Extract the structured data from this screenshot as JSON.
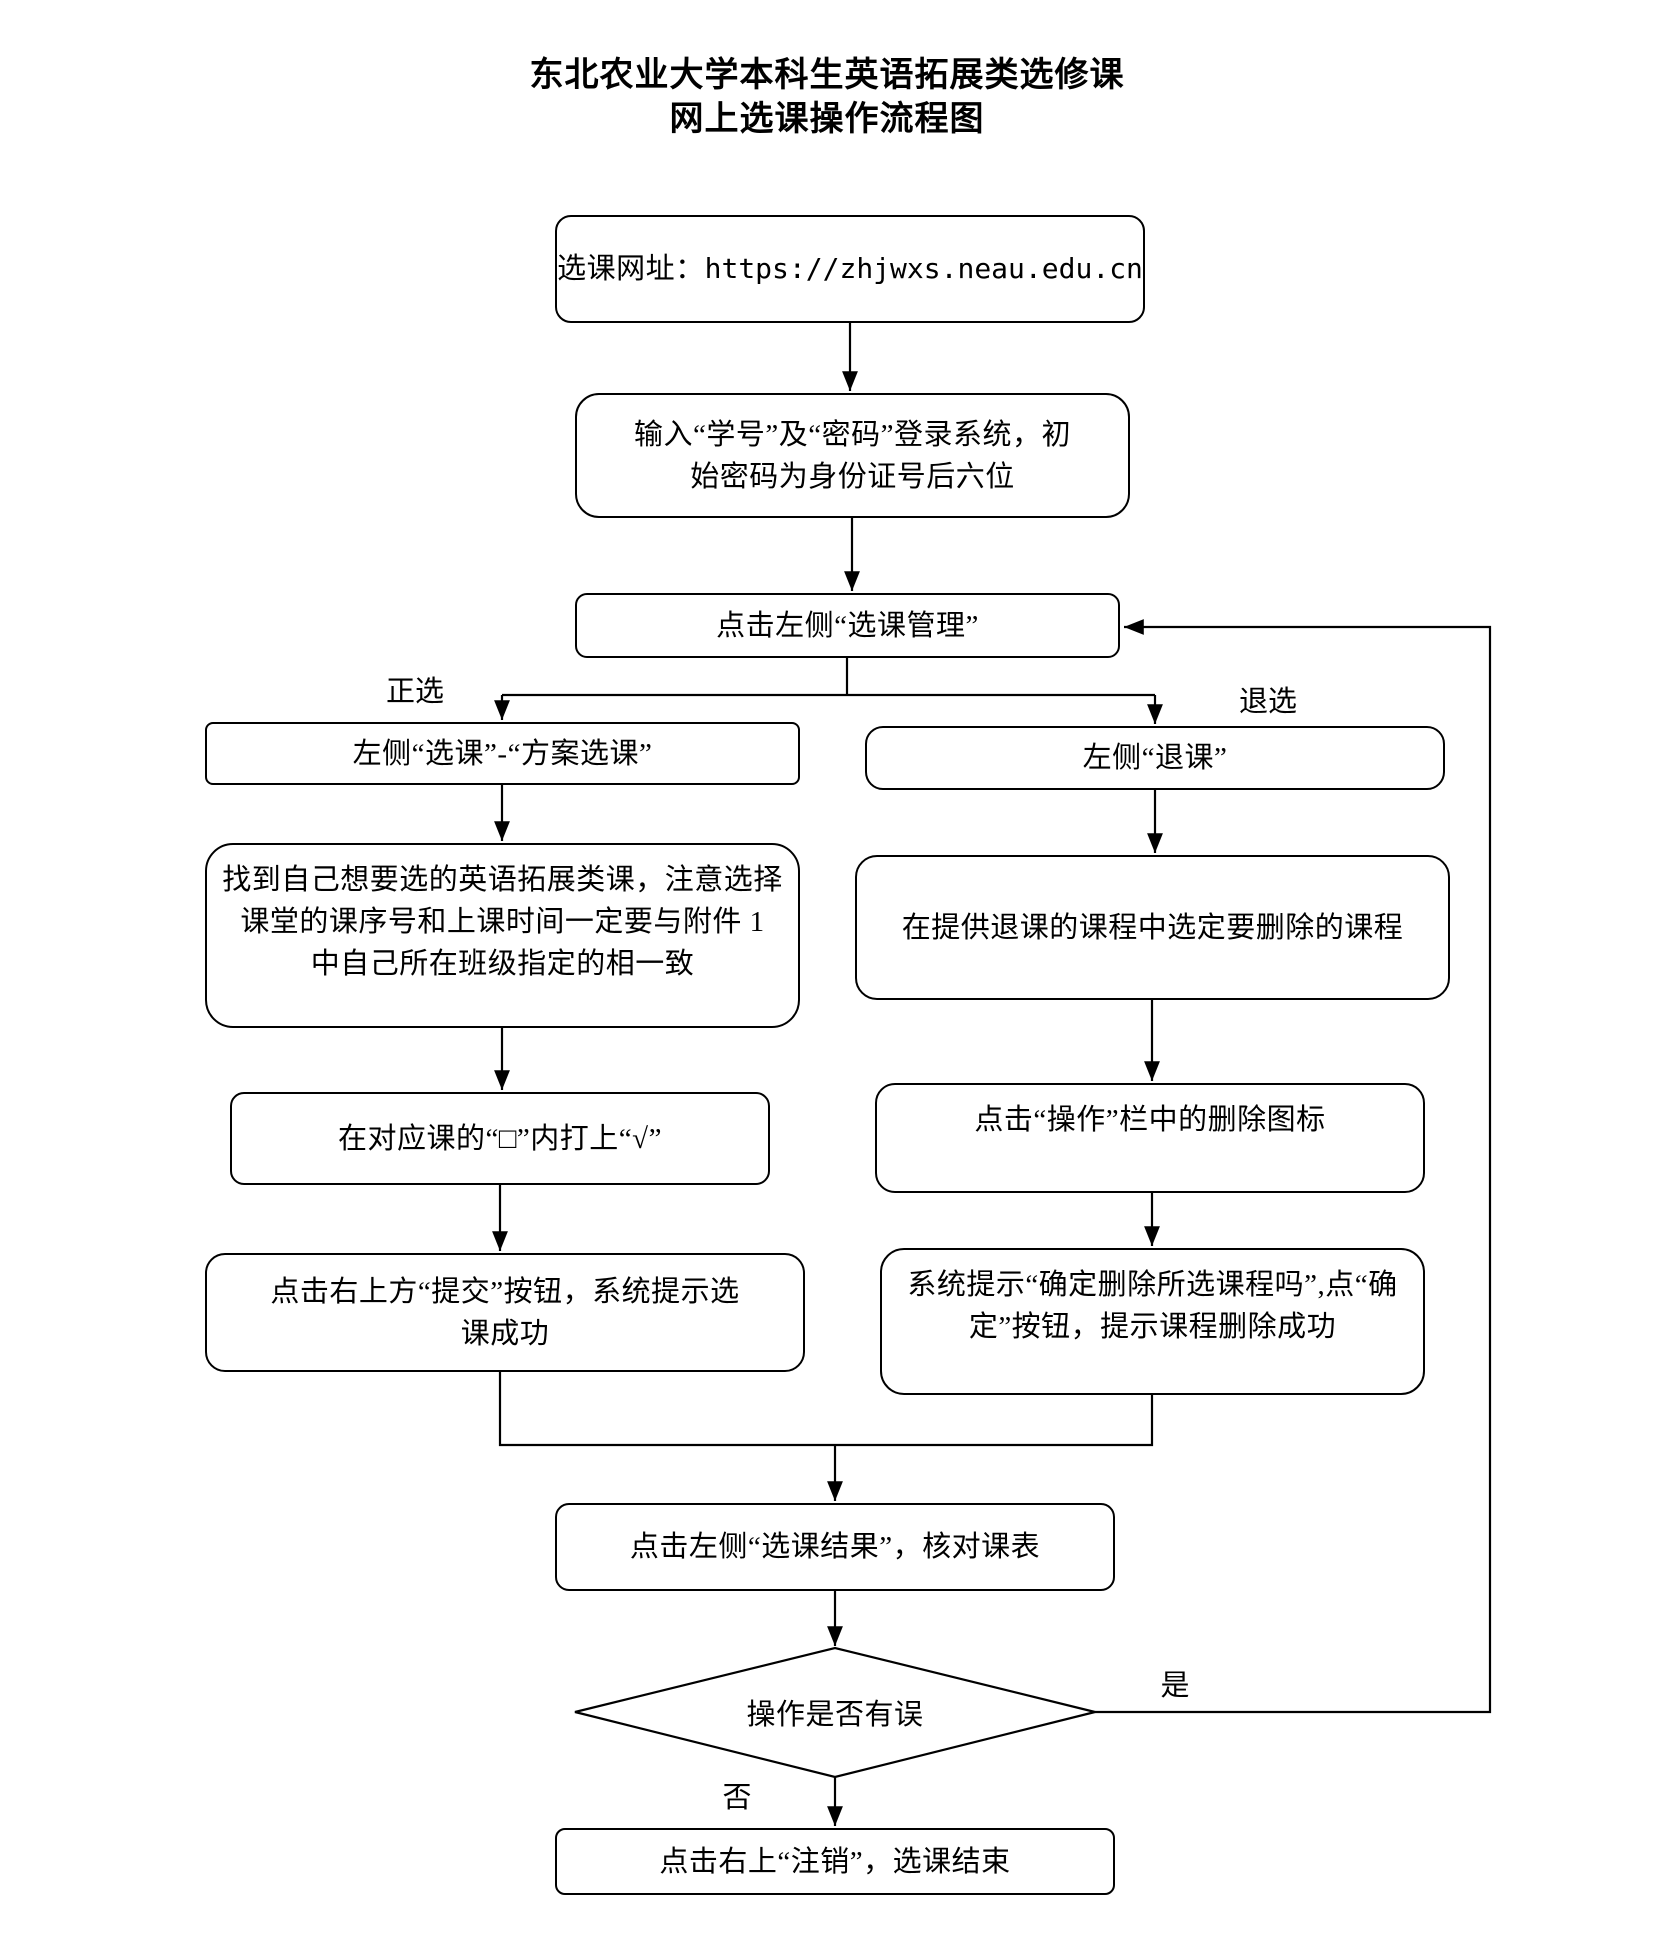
{
  "title": {
    "line1": "东北农业大学本科生英语拓展类选修课",
    "line2": "网上选课操作流程图"
  },
  "nodes": {
    "url": {
      "prefix": "选课网址：",
      "url": "https://zhjwxs.neau.edu.cn"
    },
    "login": {
      "line1": "输入“学号”及“密码”登录系统，初",
      "line2": "始密码为身份证号后六位"
    },
    "manage": {
      "text": "点击左侧“选课管理”"
    },
    "plan_select": {
      "text": "左侧“选课”-“方案选课”"
    },
    "drop_entry": {
      "text": "左侧“退课”"
    },
    "find_course": {
      "line1": "找到自己想要选的英语拓展类课，注意选择",
      "line2": "课堂的课序号和上课时间一定要与附件 1",
      "line3": "中自己所在班级指定的相一致"
    },
    "select_drop": {
      "text": "在提供退课的课程中选定要删除的课程"
    },
    "tick_box": {
      "text": "在对应课的“□”内打上“√”"
    },
    "delete_icon": {
      "text": "点击“操作”栏中的删除图标"
    },
    "submit": {
      "line1": "点击右上方“提交”按钮，系统提示选",
      "line2": "课成功"
    },
    "confirm_delete": {
      "line1": "系统提示“确定删除所选课程吗”,点“确",
      "line2": "定”按钮，提示课程删除成功"
    },
    "check_result": {
      "text": "点击左侧“选课结果”，核对课表"
    },
    "decision": {
      "text": "操作是否有误"
    },
    "logout": {
      "text": "点击右上“注销”，选课结束"
    }
  },
  "labels": {
    "left_branch": "正选",
    "right_branch": "退选",
    "yes": "是",
    "no": "否"
  },
  "colors": {
    "line": "#000000",
    "background": "#ffffff",
    "text": "#000000"
  }
}
